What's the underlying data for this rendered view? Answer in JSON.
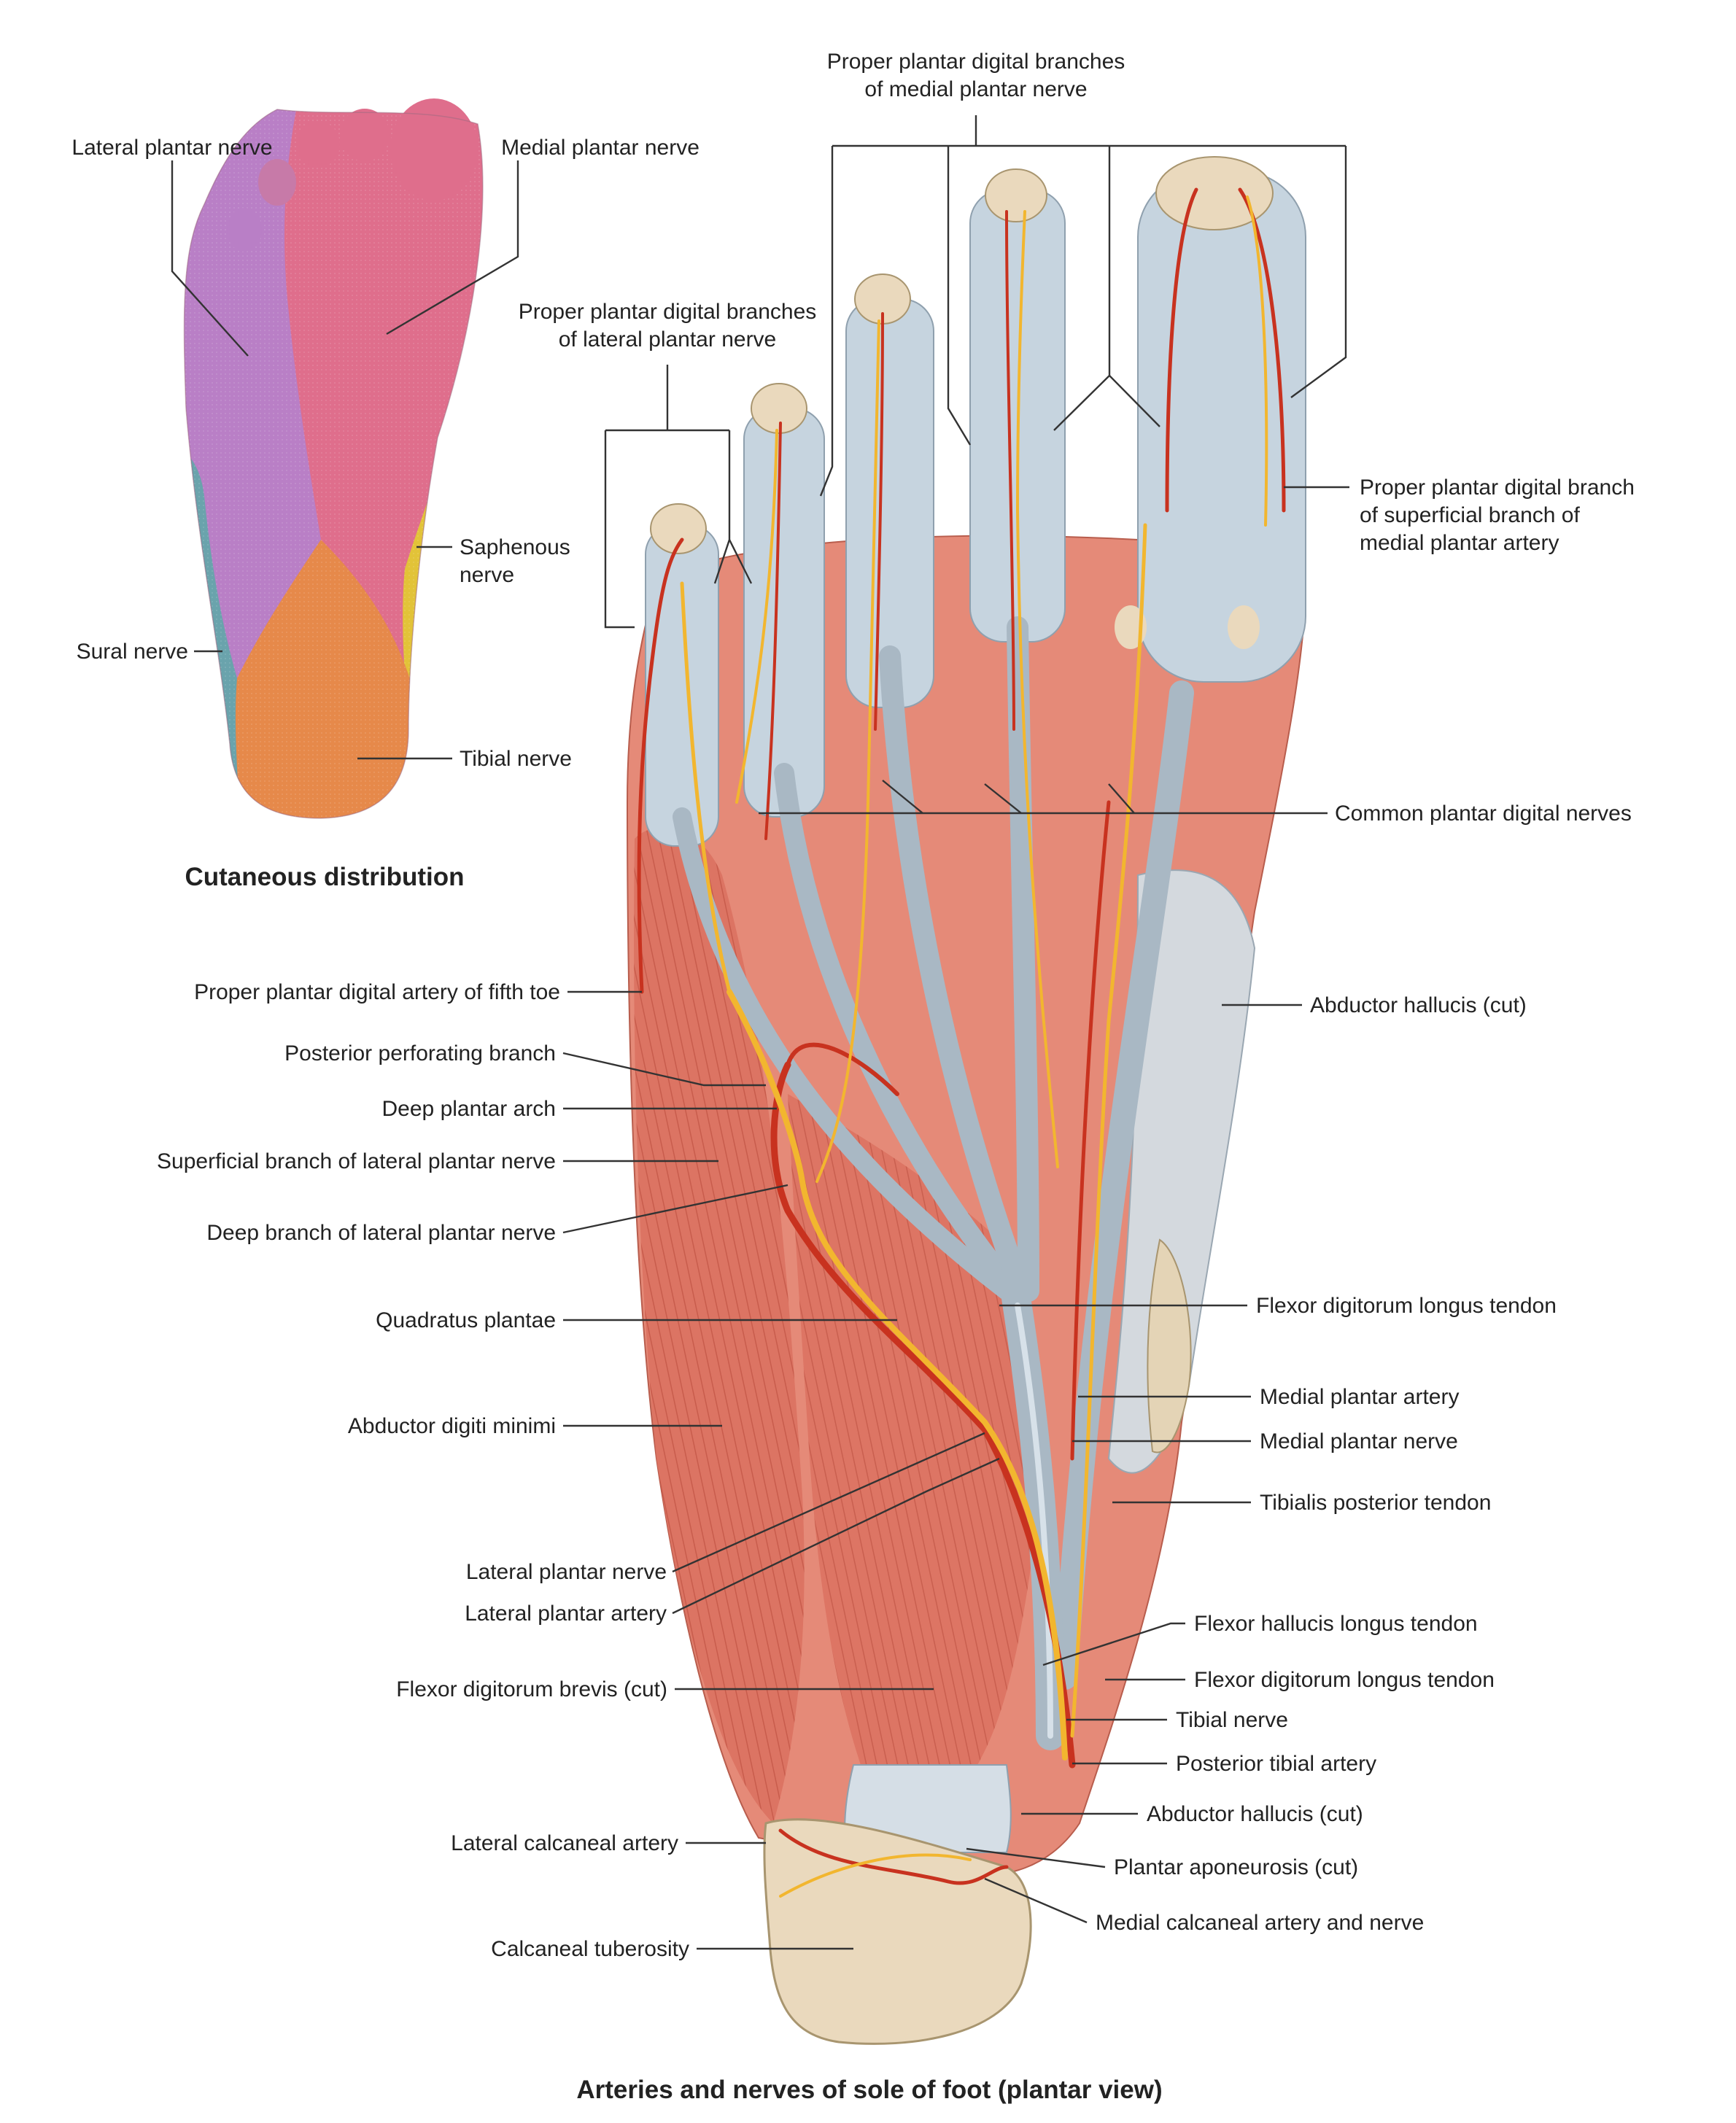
{
  "colors": {
    "lateral_plantar_nerve": "#b97fc6",
    "medial_plantar_nerve": "#df6e8c",
    "saphenous_nerve": "#e2c338",
    "sural_nerve": "#6aa3ac",
    "tibial_nerve": "#e6894a",
    "muscle": "#dc7362",
    "tendon": "#c6d4df",
    "artery": "#c8321f",
    "nerve": "#f2b62f",
    "bone": "#ead9bd"
  },
  "cutaneous": {
    "caption": "Cutaneous distribution",
    "labels": {
      "lateral_plantar_nerve": "Lateral plantar nerve",
      "medial_plantar_nerve": "Medial plantar nerve",
      "saphenous_1": "Saphenous",
      "saphenous_2": "nerve",
      "sural_nerve": "Sural nerve",
      "tibial_nerve": "Tibial nerve"
    }
  },
  "main": {
    "caption": "Arteries and nerves of sole of foot (plantar view)",
    "labels": {
      "medial_digital_1": "Proper plantar digital branches",
      "medial_digital_2": "of medial plantar nerve",
      "lateral_digital_1": "Proper plantar digital branches",
      "lateral_digital_2": "of lateral plantar nerve",
      "superficial_branch_1": "Proper plantar digital branch",
      "superficial_branch_2": "of superficial branch of",
      "superficial_branch_3": "medial plantar artery",
      "common_plantar": "Common plantar digital nerves",
      "fifth_toe_artery": "Proper plantar digital artery of fifth toe",
      "abductor_hallucis_cut_top": "Abductor hallucis (cut)",
      "posterior_perforating": "Posterior perforating branch",
      "deep_plantar_arch": "Deep plantar arch",
      "superficial_lateral_nerve": "Superficial branch of lateral plantar nerve",
      "deep_lateral_nerve": "Deep branch of lateral plantar nerve",
      "fdl_tendon_top": "Flexor digitorum longus tendon",
      "quadratus_plantae": "Quadratus plantae",
      "medial_plantar_artery": "Medial plantar artery",
      "abductor_digiti_minimi": "Abductor digiti minimi",
      "medial_plantar_nerve": "Medial plantar nerve",
      "tibialis_posterior": "Tibialis posterior tendon",
      "lateral_plantar_nerve": "Lateral plantar nerve",
      "lateral_plantar_artery": "Lateral plantar artery",
      "fhl_tendon": "Flexor hallucis longus tendon",
      "fdl_tendon_bottom": "Flexor digitorum longus tendon",
      "fdb_cut": "Flexor digitorum brevis (cut)",
      "tibial_nerve": "Tibial nerve",
      "posterior_tibial_artery": "Posterior tibial artery",
      "abductor_hallucis_cut_bottom": "Abductor hallucis (cut)",
      "lateral_calcaneal": "Lateral calcaneal artery",
      "plantar_aponeurosis": "Plantar aponeurosis (cut)",
      "medial_calcaneal": "Medial calcaneal artery and nerve",
      "calcaneal_tuberosity": "Calcaneal tuberosity"
    }
  }
}
